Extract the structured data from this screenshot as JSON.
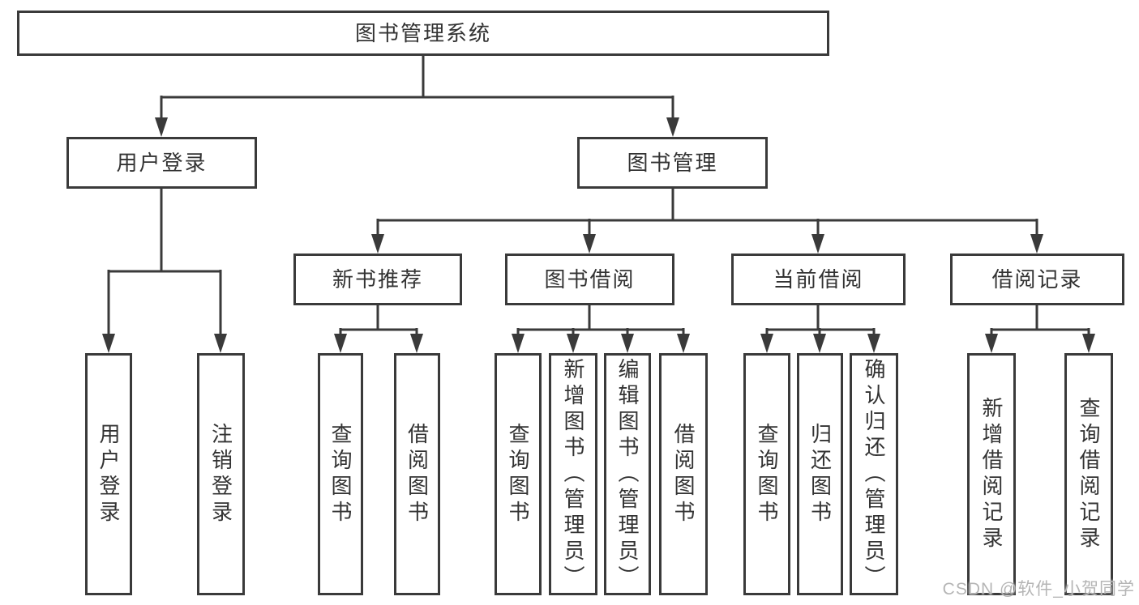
{
  "diagram": {
    "tree": {
      "label": "图书管理系统",
      "children": [
        {
          "label": "用户登录",
          "children": [
            {
              "label": "用户登录"
            },
            {
              "label": "注销登录"
            }
          ]
        },
        {
          "label": "图书管理",
          "children": [
            {
              "label": "新书推荐",
              "children": [
                {
                  "label": "查询图书"
                },
                {
                  "label": "借阅图书"
                }
              ]
            },
            {
              "label": "图书借阅",
              "children": [
                {
                  "label": "查询图书"
                },
                {
                  "label": "新增图书（管理员）"
                },
                {
                  "label": "编辑图书（管理员）"
                },
                {
                  "label": "借阅图书"
                }
              ]
            },
            {
              "label": "当前借阅",
              "children": [
                {
                  "label": "查询图书"
                },
                {
                  "label": "归还图书"
                },
                {
                  "label": "确认归还（管理员）"
                }
              ]
            },
            {
              "label": "借阅记录",
              "children": [
                {
                  "label": "新增借阅记录"
                },
                {
                  "label": "查询借阅记录"
                }
              ]
            }
          ]
        }
      ]
    },
    "colors": {
      "line": "#3a3a3a",
      "text": "#333333",
      "watermark": "#b5b5b5",
      "background": "#ffffff"
    },
    "watermark": "CSDN @软件_小贺同学"
  }
}
